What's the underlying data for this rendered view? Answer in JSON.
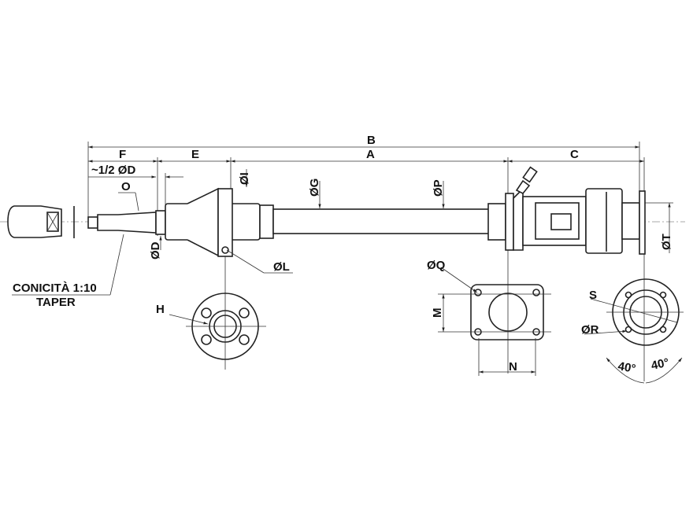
{
  "labels": {
    "B": "B",
    "F": "F",
    "E": "E",
    "A": "A",
    "C": "C",
    "half_d": "~1/2 ØD",
    "O": "O",
    "D": "ØD",
    "I": "ØI",
    "G": "ØG",
    "P": "ØP",
    "L": "ØL",
    "H": "H",
    "Q": "ØQ",
    "M": "M",
    "N": "N",
    "S": "S",
    "R": "ØR",
    "T": "ØT",
    "angle_left": "40°",
    "angle_right": "40°",
    "taper_it": "CONICITÀ 1:10",
    "taper_en": "TAPER"
  }
}
